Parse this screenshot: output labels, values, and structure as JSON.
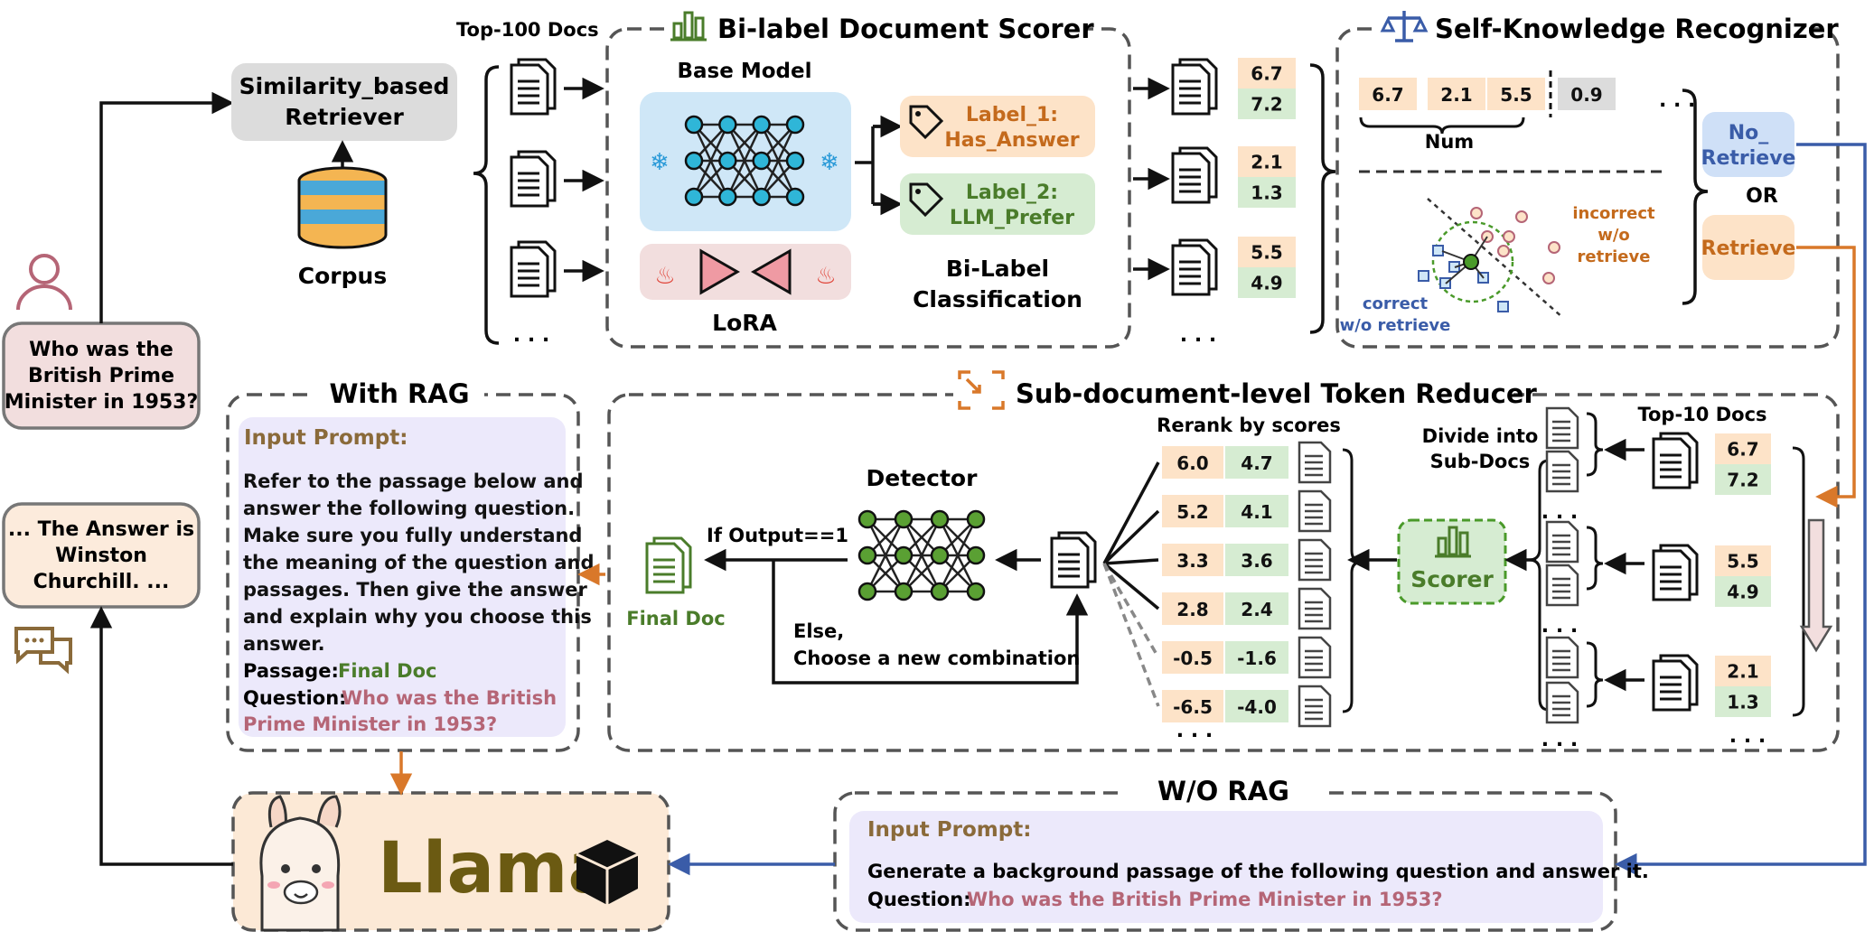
{
  "diagram": {
    "top_docs_label": "Top-100 Docs",
    "retriever_line1": "Similarity_based",
    "retriever_line2": "Retriever",
    "corpus": "Corpus",
    "question_line1": "Who was the",
    "question_line2": "British Prime",
    "question_line3": "Minister in 1953?",
    "answer_line1": "... The Answer is",
    "answer_line2": "Winston",
    "answer_line3": "Churchill. ...",
    "ellipsis": ". . .",
    "scorer_title": "Bi-label Document Scorer",
    "base_model": "Base Model",
    "lora": "LoRA",
    "label1_line1": "Label_1:",
    "label1_line2": "Has_Answer",
    "label2_line1": "Label_2:",
    "label2_line2": "LLM_Prefer",
    "bilabel_line1": "Bi-Label",
    "bilabel_line2": "Classification",
    "doc_scores": [
      {
        "a": "6.7",
        "b": "7.2"
      },
      {
        "a": "2.1",
        "b": "1.3"
      },
      {
        "a": "5.5",
        "b": "4.9"
      }
    ],
    "skr_title": "Self-Knowledge Recognizer",
    "num_values": [
      "6.7",
      "2.1",
      "5.5",
      "0.9"
    ],
    "num_label": "Num",
    "incorrect_line1": "incorrect",
    "incorrect_line2": "w/o",
    "incorrect_line3": "retrieve",
    "correct_line1": "correct",
    "correct_line2": "w/o retrieve",
    "no_retrieve_line1": "No_",
    "no_retrieve_line2": "Retrieve",
    "or_label": "OR",
    "retrieve_label": "Retrieve",
    "with_rag": "With RAG",
    "input_prompt": "Input Prompt:",
    "rag_lines": [
      "Refer to the passage below and",
      "answer the following question.",
      "Make sure you fully understand",
      "the meaning of the question and",
      "passages. Then give the answer",
      "and explain why you choose this",
      "answer."
    ],
    "passage_label": "Passage:",
    "final_doc": "Final Doc",
    "question_label": "Question:",
    "rag_q_line1": "Who was the British",
    "rag_q_line2": "Prime Minister in 1953?",
    "reducer_title": "Sub-document-level Token Reducer",
    "detector": "Detector",
    "if_output": "If Output==1",
    "else_line1": "Else,",
    "else_line2": "Choose a new combination",
    "rerank": "Rerank by scores",
    "rerank_scores": [
      {
        "a": "6.0",
        "b": "4.7"
      },
      {
        "a": "5.2",
        "b": "4.1"
      },
      {
        "a": "3.3",
        "b": "3.6"
      },
      {
        "a": "2.8",
        "b": "2.4"
      },
      {
        "a": "-0.5",
        "b": "-1.6"
      },
      {
        "a": "-6.5",
        "b": "-4.0"
      }
    ],
    "divide_line1": "Divide into",
    "divide_line2": "Sub-Docs",
    "scorer_box": "Scorer",
    "top10": "Top-10 Docs",
    "top10_scores": [
      {
        "a": "6.7",
        "b": "7.2"
      },
      {
        "a": "5.5",
        "b": "4.9"
      },
      {
        "a": "2.1",
        "b": "1.3"
      }
    ],
    "wo_rag": "W/O RAG",
    "wo_prompt_line": "Generate a background passage of the following question and answer it.",
    "wo_question": "Who was the British Prime Minister in 1953?",
    "llama": "Llama"
  },
  "colors": {
    "orange_fill": "#fde3c8",
    "green_fill": "#d6ecd2",
    "blue_fill": "#cfe7f7",
    "pink_fill": "#f2dede",
    "lavender_fill": "#ece9fb",
    "gray_fill": "#dcdcdc",
    "orange_text": "#c46a1c",
    "green_text": "#4a7c2a",
    "blue_text": "#3a5ca8",
    "pink_text": "#b56576",
    "brown_text": "#8a6a3a",
    "arrow_blue": "#3a5ca8",
    "arrow_orange": "#d9782a"
  }
}
